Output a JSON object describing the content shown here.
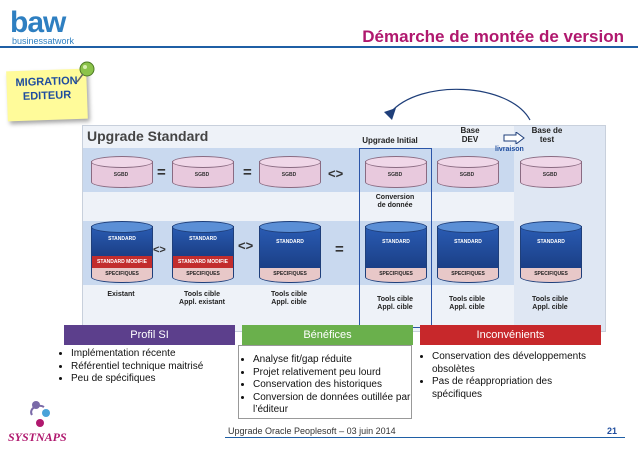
{
  "logo": {
    "main": "baw",
    "sub": "businessatwork"
  },
  "page_title": "Démarche de montée de version",
  "sticky_note": "MIGRATION\nEDITEUR",
  "diagram": {
    "title": "Upgrade Standard",
    "header_upgrade_initial": "Upgrade Initial",
    "header_base_dev": "Base\nDEV",
    "header_base_test": "Base de\ntest",
    "livraison": "livraison",
    "sgbd_label": "SGBD",
    "standard_label": "STANDARD",
    "standard_modifie_label": "STANDARD MODIFIE",
    "specifiques_label": "SPECIFIQUES",
    "op_equal": "=",
    "op_diff": "<>",
    "conversion": "Conversion\nde donnée",
    "caption_existant": "Existant",
    "caption_tools_existant": "Tools cible\nAppl. existant",
    "caption_tools_cible": "Tools cible\nAppl. cible"
  },
  "columns": [
    {
      "header": "Profil SI",
      "items": [
        "Implémentation récente",
        "Référentiel technique maitrisé",
        "Peu de spécifiques"
      ]
    },
    {
      "header": "Bénéfices",
      "items": [
        "Analyse fit/gap réduite",
        "Projet relativement peu lourd",
        "Conservation des historiques",
        "Conversion de données outillée par l’éditeur"
      ]
    },
    {
      "header": "Inconvénients",
      "items": [
        "Conservation des développements obsolètes",
        "Pas de réappropriation des spécifiques"
      ]
    }
  ],
  "footer": {
    "text": "Upgrade Oracle Peoplesoft – 03 juin 2014",
    "page": "21",
    "brand": "SYSTNAPS"
  },
  "colors": {
    "title": "#b0186e",
    "brand_blue": "#2e7fc1",
    "profil": "#5c3f8c",
    "benefices": "#6ab04c",
    "inconvenients": "#c7282b"
  }
}
